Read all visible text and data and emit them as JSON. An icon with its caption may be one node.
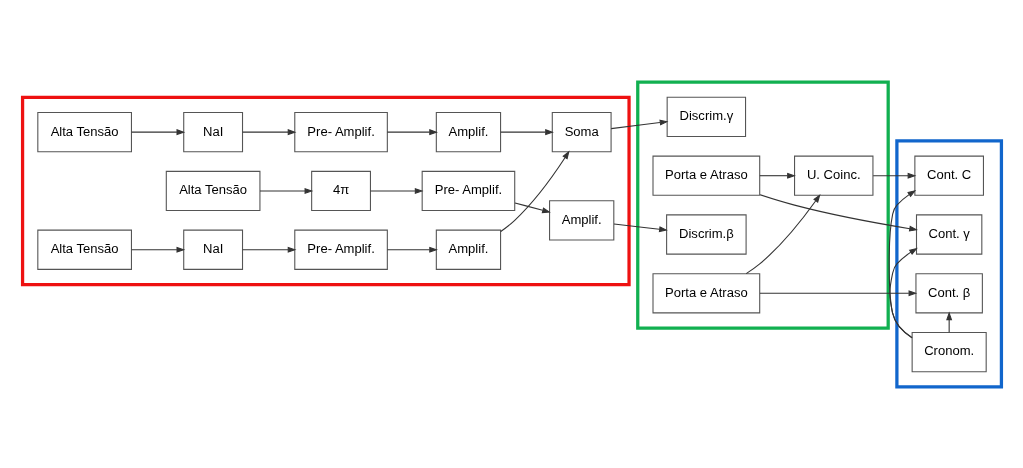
{
  "diagram": {
    "nodes": [
      {
        "text": [],
        "shape": "box"
      },
      {
        "text": [
          "Pre- Amplif."
        ],
        "in": 0
      },
      {
        "text": [
          "Amplif."
        ],
        "in": 0
      },
      {
        "text": [
          "Alta Tensão"
        ],
        "in": 0
      },
      {
        "text": [
          "NaI"
        ],
        "in": 0
      },
      {
        "text": [
          "Soma"
        ],
        "in": 0
      },
      {
        "text": [
          "Alta Tensão"
        ],
        "in": 0
      },
      {
        "text": [
          "4π"
        ],
        "in": 0
      },
      {
        "text": [
          "Pre- Amplif."
        ],
        "in": 0
      },
      {
        "text": [
          "Amplif."
        ],
        "in": 0
      },
      {
        "text": [
          "Alta Tensão"
        ],
        "in": 0
      },
      {
        "text": [
          "NaI"
        ],
        "in": 0
      },
      {
        "text": [
          "Pre- Amplif."
        ],
        "in": 0
      },
      {
        "text": [
          "Amplif."
        ],
        "in": 0
      },
      {
        "text": [],
        "shape": "box"
      },
      {
        "text": [
          "Discrim.γ"
        ],
        "in": 14
      },
      {
        "text": [
          "Porta e Atraso"
        ],
        "in": 14
      },
      {
        "text": [
          "U. Coinc."
        ],
        "in": 14
      },
      {
        "text": [
          "Discrim.β"
        ],
        "in": 14
      },
      {
        "text": [
          "Porta e Atraso"
        ],
        "in": 14
      },
      {
        "text": [],
        "shape": "box"
      },
      {
        "text": [
          "Cont. γ"
        ],
        "in": 20
      },
      {
        "text": [
          "Cont. C"
        ],
        "in": 20
      },
      {
        "text": [
          "Cont. β"
        ],
        "in": 20
      },
      {
        "text": [
          "Cronom."
        ],
        "in": 20
      }
    ],
    "edges": [
      {
        "from": 3,
        "to": 4,
        "arrow": "to"
      },
      {
        "from": 6,
        "to": 7,
        "arrow": "to"
      },
      {
        "from": 10,
        "to": 11,
        "arrow": "to"
      },
      {
        "from": 4,
        "to": 1,
        "arrow": "to"
      },
      {
        "from": 11,
        "to": 12,
        "arrow": "to"
      },
      {
        "from": 1,
        "to": 2,
        "arrow": "to"
      },
      {
        "from": 2,
        "to": 5,
        "arrow": "to"
      },
      {
        "from": 7,
        "to": 8,
        "arrow": "to"
      },
      {
        "from": 8,
        "to": 9,
        "arrow": "to"
      },
      {
        "from": 12,
        "to": 13,
        "arrow": "to"
      },
      {
        "from": 13,
        "to": 5,
        "arrow": "to"
      },
      {
        "from": 5,
        "to": 15,
        "arrow": "to"
      },
      {
        "from": 9,
        "to": 18,
        "arrow": "to"
      },
      {
        "from": 16,
        "to": 21,
        "arrow": "to"
      },
      {
        "from": 16,
        "to": 17,
        "arrow": "to"
      },
      {
        "from": 19,
        "to": 17,
        "arrow": "to"
      },
      {
        "from": 17,
        "to": 22,
        "arrow": "to"
      },
      {
        "from": 19,
        "to": 23,
        "arrow": "to"
      },
      {
        "from": 24,
        "to": 21,
        "arrow": "to"
      },
      {
        "from": 24,
        "to": 22,
        "arrow": "to"
      },
      {
        "from": 24,
        "to": 23,
        "arrow": "to"
      }
    ]
  }
}
